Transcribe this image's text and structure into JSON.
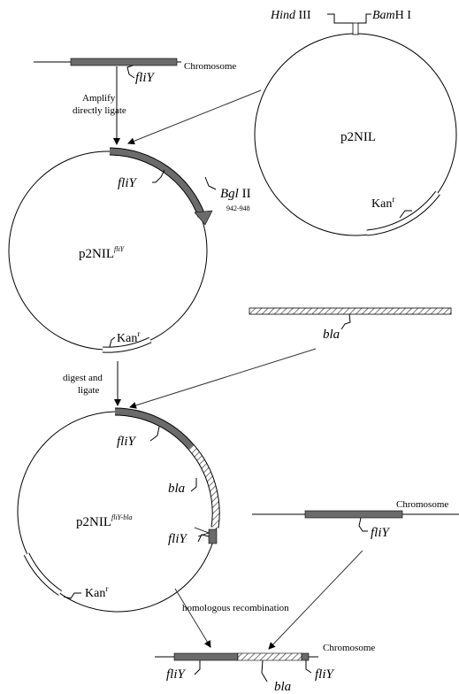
{
  "labels": {
    "hindiii_enzyme": "Hind",
    "hindiii_num": " III",
    "bamhi_enzyme": "Bam",
    "bamhi_num": "H I",
    "chromosome_1": "Chromosome",
    "fliy_1": "fliY",
    "amplify_1": "Amplify",
    "amplify_2": "directly ligate",
    "p2nil": "p2NIL",
    "kanr_1": "Kan",
    "kanr_sup": "r",
    "fliy_2": "fliY",
    "bglii_enzyme": "Bgl",
    "bglii_num": " II",
    "bglii_pos": "942-948",
    "p2nil_fliy": "p2NIL",
    "p2nil_fliy_sup": "fliY",
    "kanr_2": "Kan",
    "kanr_2_sup": "r",
    "bla_1": "bla",
    "digest_1": "digest and",
    "digest_2": "ligate",
    "fliy_3": "fliY",
    "bla_2": "bla",
    "p2nil_fliy_bla": "p2NIL",
    "p2nil_fliy_bla_sup": "fliY-bla",
    "fliy_4": "fliY",
    "chromosome_2": "Chromosome",
    "fliy_5": "fliY",
    "kanr_3": "Kan",
    "kanr_3_sup": "r",
    "homologous": "homologous recombination",
    "chromosome_3": "Chromosome",
    "fliy_6": "fliY",
    "fliy_7": "fliY",
    "bla_3": "bla"
  },
  "colors": {
    "gene_fill": "#6b6b6b",
    "hatch": "#555555"
  }
}
